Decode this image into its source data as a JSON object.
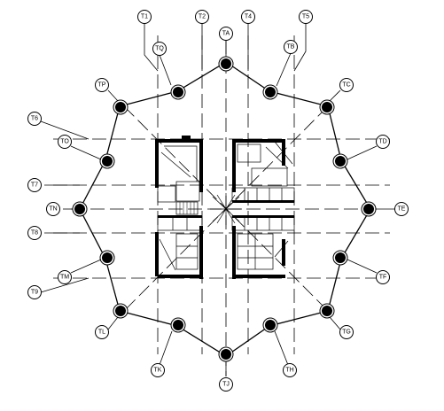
{
  "colors": {
    "ink": "#000000",
    "paper": "#ffffff"
  },
  "tags": [
    {
      "id": "T1",
      "label": "T1"
    },
    {
      "id": "T2",
      "label": "T2"
    },
    {
      "id": "T4",
      "label": "T4"
    },
    {
      "id": "T5",
      "label": "T5"
    },
    {
      "id": "TQ",
      "label": "TQ"
    },
    {
      "id": "TA",
      "label": "TA"
    },
    {
      "id": "TB",
      "label": "TB"
    },
    {
      "id": "TP",
      "label": "TP"
    },
    {
      "id": "TC",
      "label": "TC"
    },
    {
      "id": "T6",
      "label": "T6"
    },
    {
      "id": "TO",
      "label": "TO"
    },
    {
      "id": "TD",
      "label": "TD"
    },
    {
      "id": "T7",
      "label": "T7"
    },
    {
      "id": "TN",
      "label": "TN"
    },
    {
      "id": "TE",
      "label": "TE"
    },
    {
      "id": "T8",
      "label": "T8"
    },
    {
      "id": "TM",
      "label": "TM"
    },
    {
      "id": "TF",
      "label": "TF"
    },
    {
      "id": "T9",
      "label": "T9"
    },
    {
      "id": "TL",
      "label": "TL"
    },
    {
      "id": "TG",
      "label": "TG"
    },
    {
      "id": "TK",
      "label": "TK"
    },
    {
      "id": "TH",
      "label": "TH"
    },
    {
      "id": "TJ",
      "label": "TJ"
    }
  ]
}
